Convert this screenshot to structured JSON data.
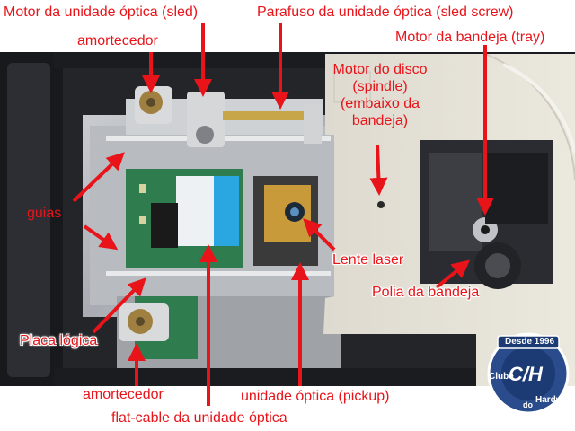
{
  "labels": {
    "sled_motor": "Motor da unidade óptica (sled)",
    "sled_screw": "Parafuso da unidade óptica (sled screw)",
    "damper_top": "amortecedor",
    "tray_motor": "Motor da bandeja (tray)",
    "spindle_motor": [
      "Motor do disco",
      "(spindle)",
      "(embaixo da",
      "bandeja)"
    ],
    "guides": "guias",
    "laser_lens": "Lente laser",
    "tray_pulley": "Polia da bandeja",
    "logic_board": "Placa lógica",
    "damper_bottom": "amortecedor",
    "pickup": "unidade óptica (pickup)",
    "flat_cable": "flat-cable da unidade óptica"
  },
  "watermark": {
    "since": "Desde 1996",
    "logo": "C/H",
    "name_top": "Clube",
    "name_mid": "do",
    "name_bottom": "Hardware"
  },
  "colors": {
    "label_red": "#e8141a",
    "tray_beige": "#e4e0d1",
    "chassis_black": "#1b1d22",
    "pcb_green": "#2f7d4e",
    "flat_cable_blue": "#2aa6e0"
  }
}
